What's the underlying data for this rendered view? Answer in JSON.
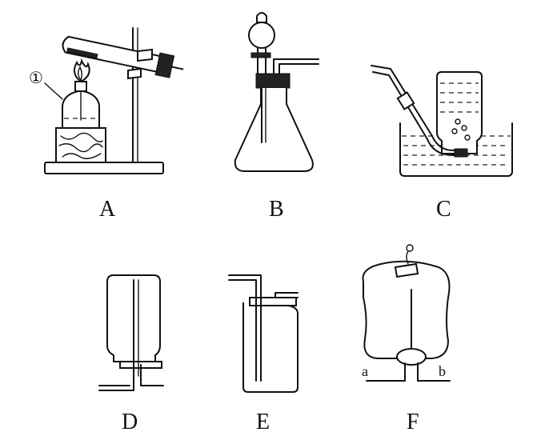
{
  "labels": {
    "A": "A",
    "B": "B",
    "C": "C",
    "D": "D",
    "E": "E",
    "F": "F"
  },
  "annotations": {
    "circled_one": "①",
    "port_a": "a",
    "port_b": "b"
  }
}
